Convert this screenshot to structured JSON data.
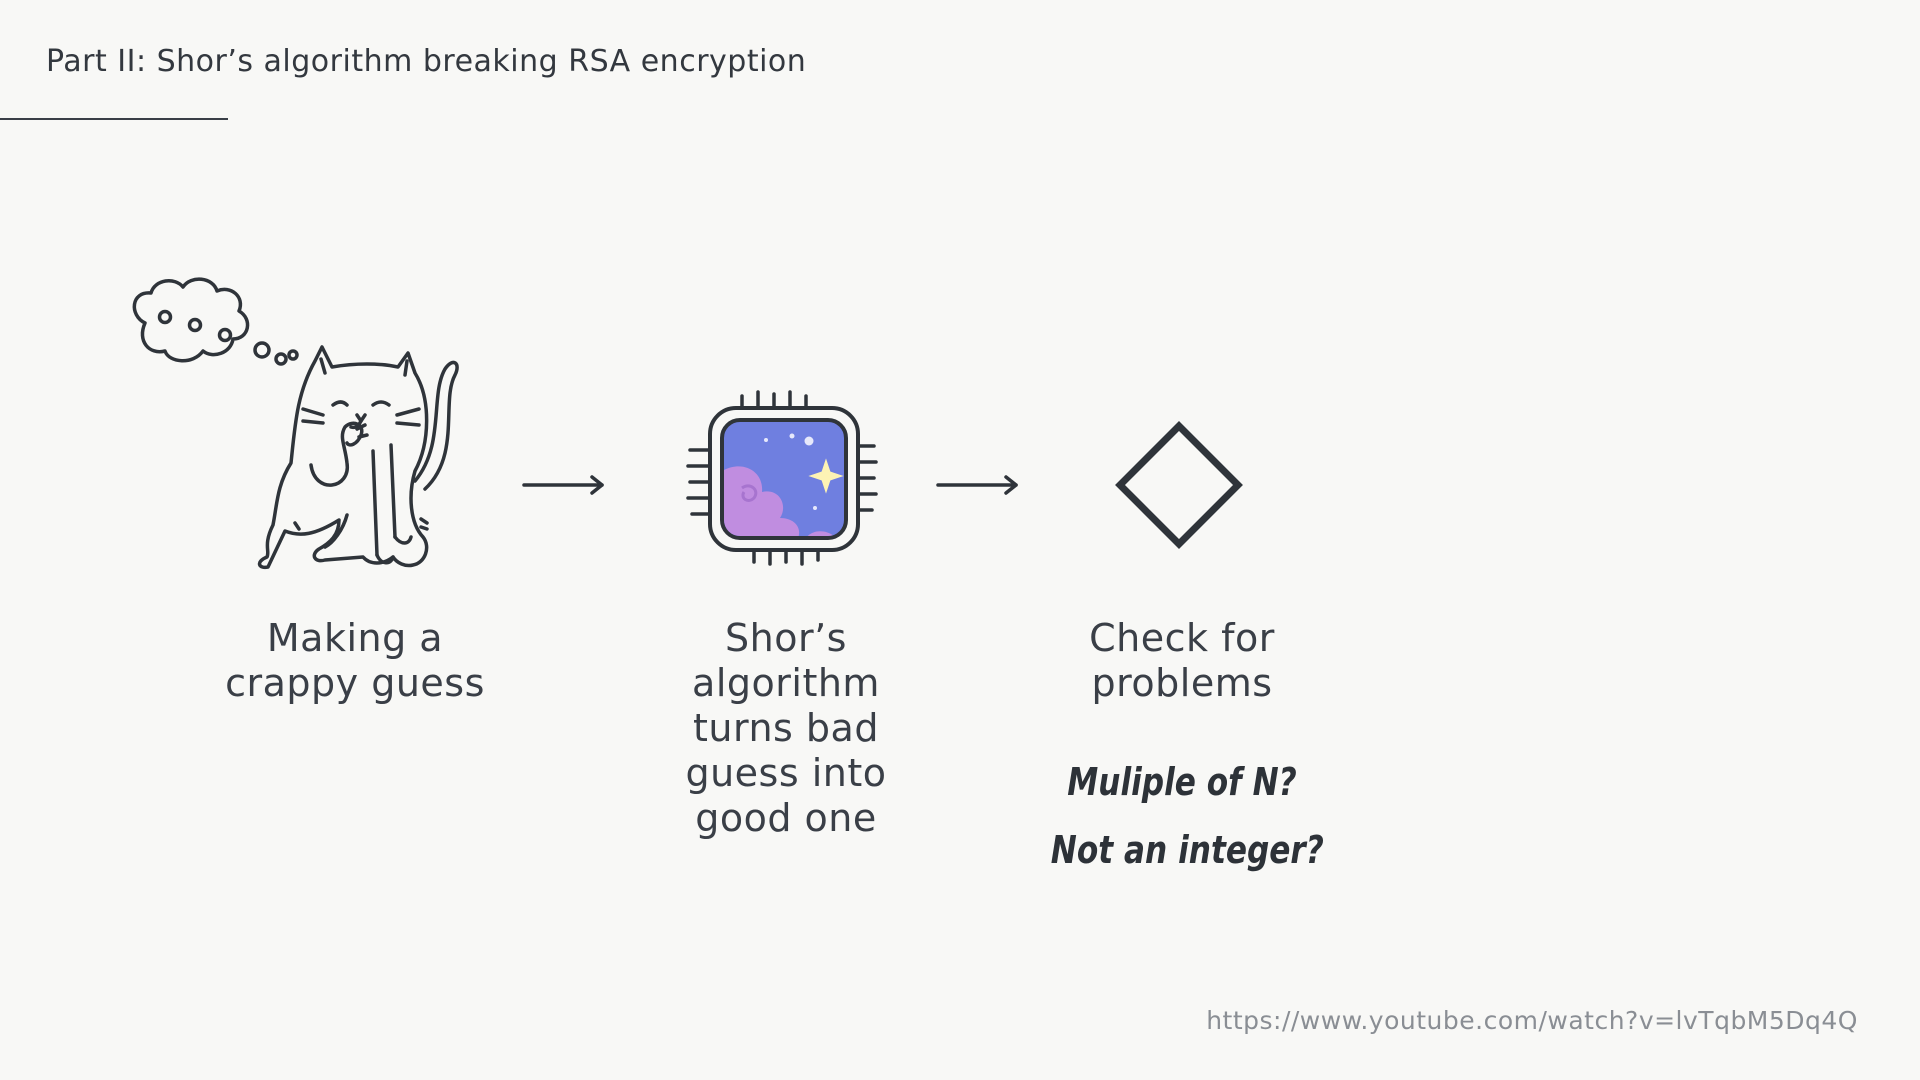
{
  "slide": {
    "title": "Part II: Shor’s algorithm breaking RSA encryption",
    "source_url": "https://www.youtube.com/watch?v=lvTqbM5Dq4Q"
  },
  "steps": [
    {
      "icon": "thinking-cat-icon",
      "label_lines": [
        "Making a",
        "crappy guess"
      ]
    },
    {
      "icon": "quantum-chip-icon",
      "label_lines": [
        "Shor’s",
        "algorithm",
        "turns bad",
        "guess into",
        "good one"
      ]
    },
    {
      "icon": "decision-diamond-icon",
      "label_lines": [
        "Check for",
        "problems"
      ],
      "problems": [
        "Muliple of N?",
        "Not an integer?"
      ]
    }
  ],
  "colors": {
    "background": "#f8f8f6",
    "ink": "#3a3f47",
    "chip_screen": "#6f7fe0",
    "chip_cloud": "#c08de0",
    "star": "#fdf3b4",
    "link": "#8a8e94"
  }
}
